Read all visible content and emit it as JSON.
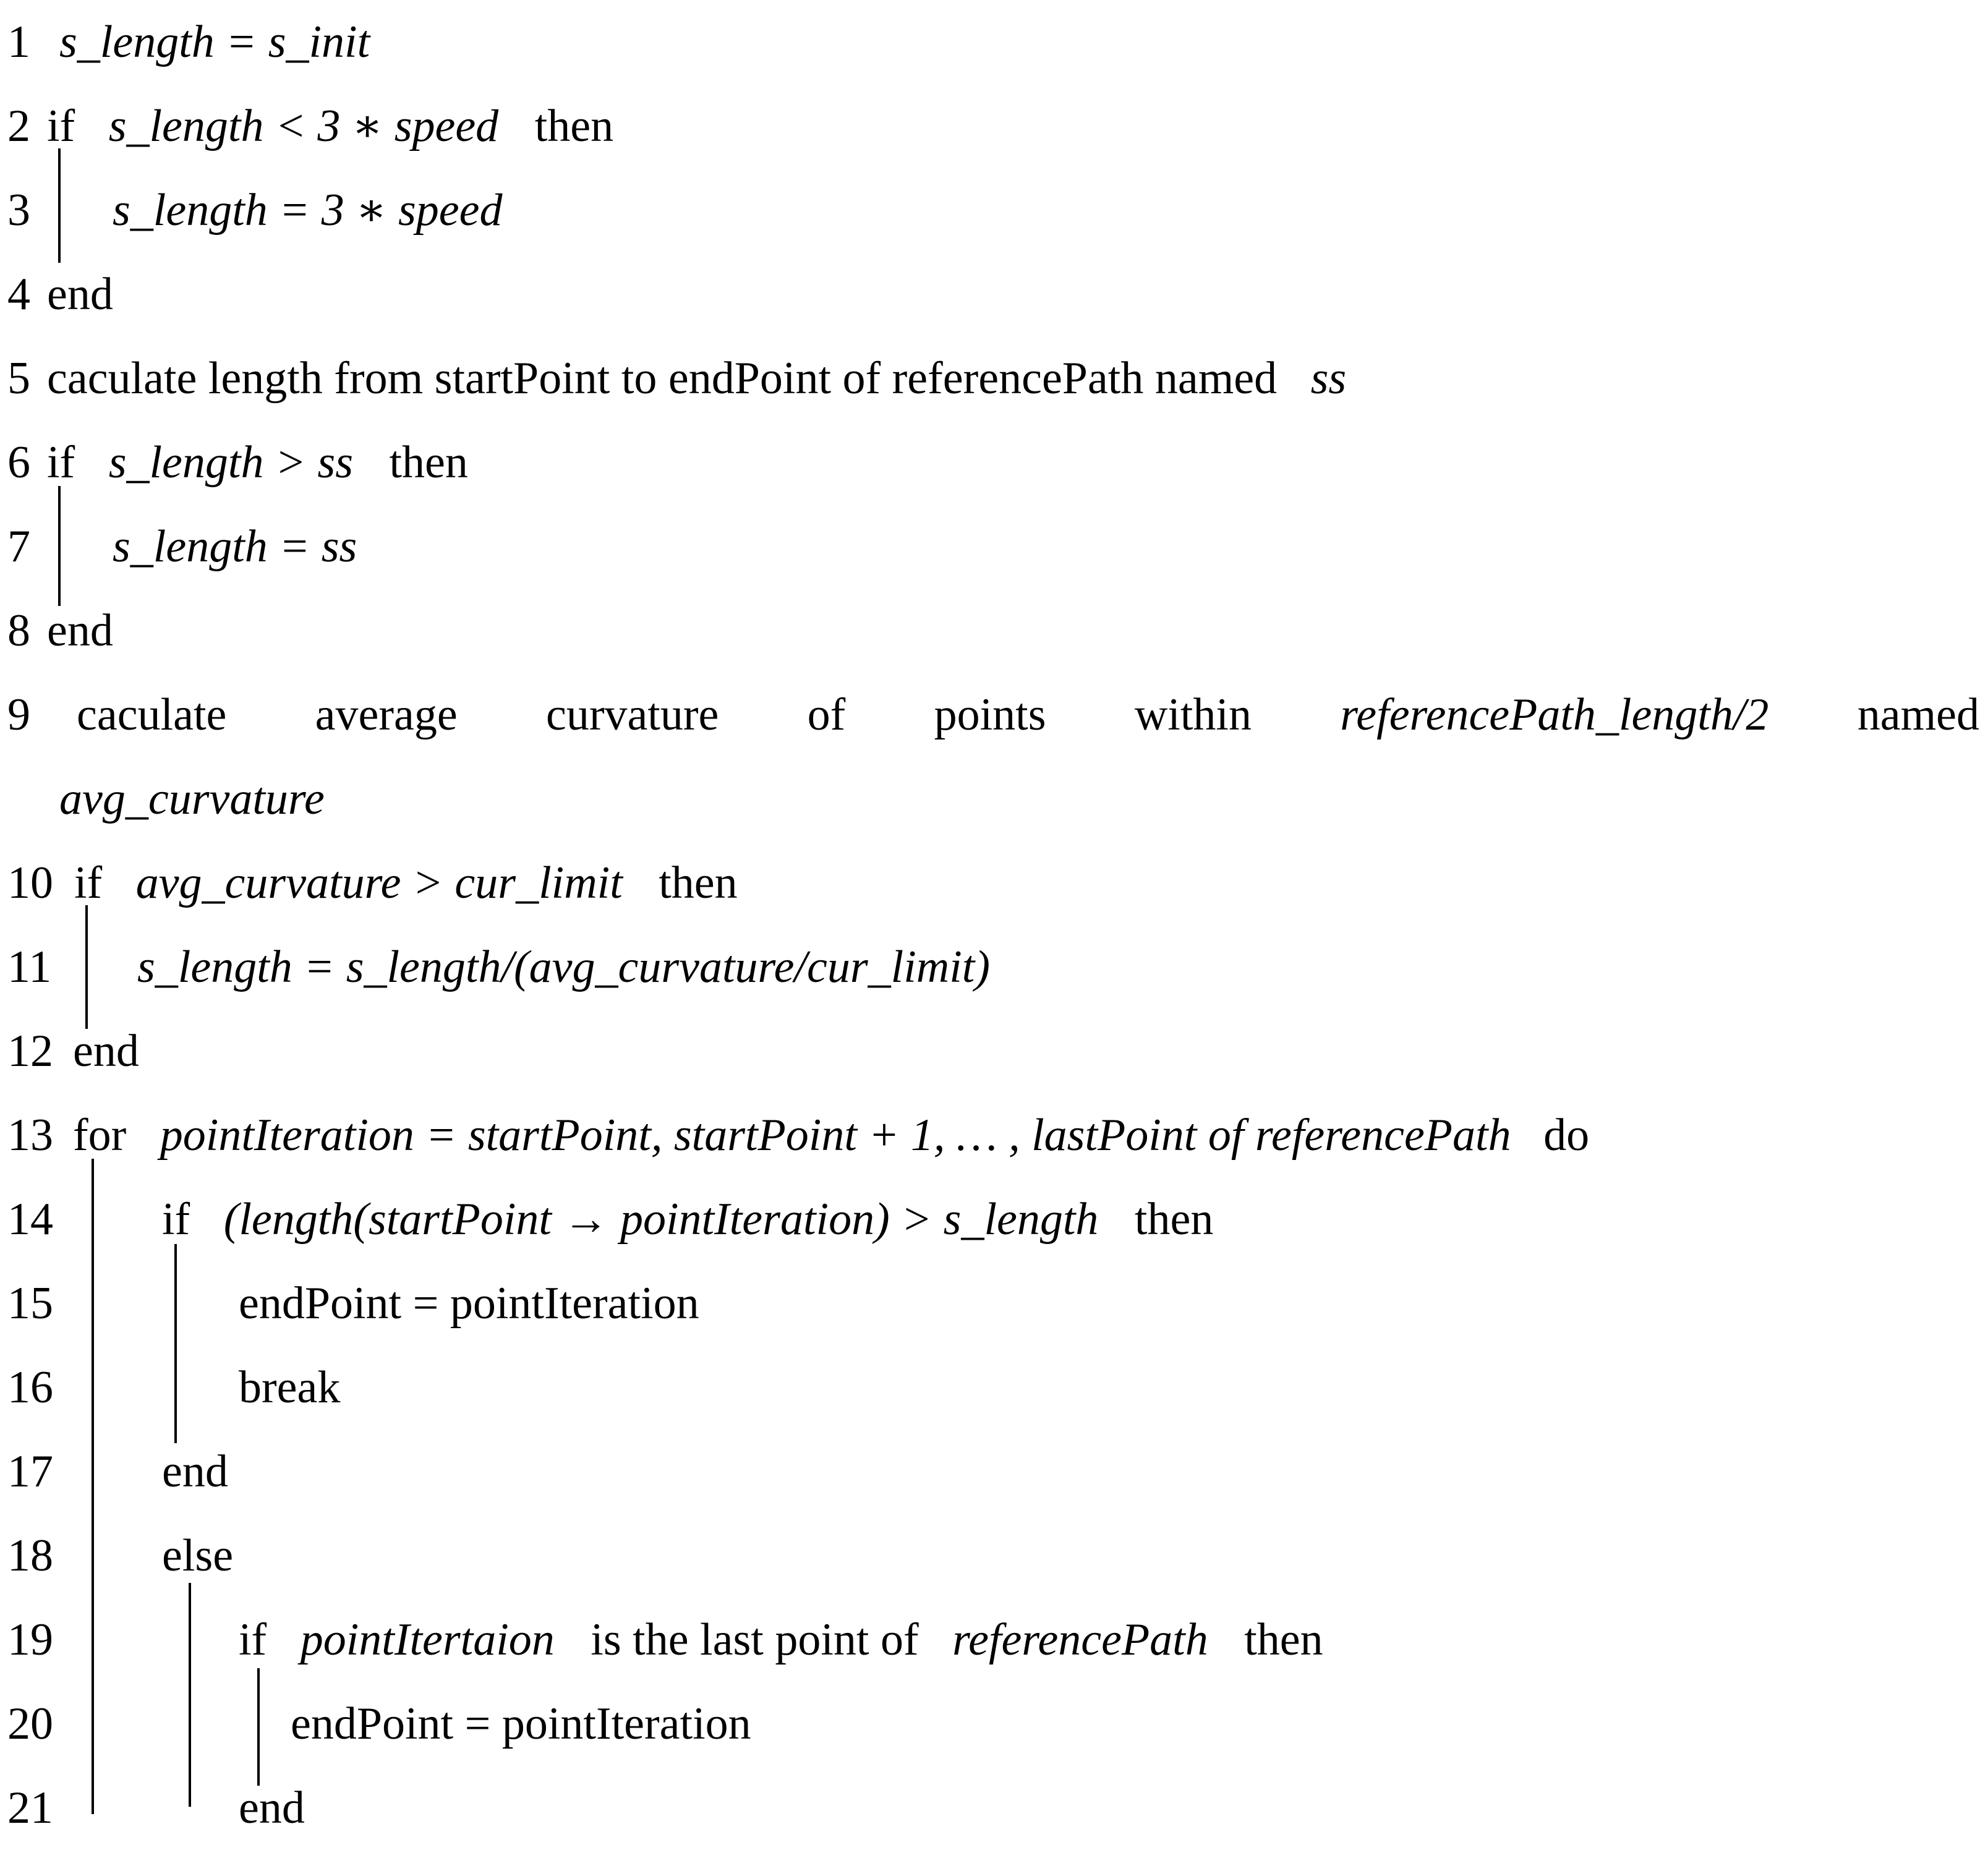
{
  "lines": [
    {
      "num": "1",
      "parts": [
        "",
        "s_length = s_init",
        ""
      ]
    },
    {
      "num": "2",
      "parts": [
        "if",
        "s_length < 3 ∗ speed",
        "then"
      ]
    },
    {
      "num": "3",
      "parts": [
        "",
        "s_length = 3 ∗ speed",
        ""
      ]
    },
    {
      "num": "4",
      "parts": [
        "end",
        "",
        ""
      ]
    },
    {
      "num": "5",
      "parts": [
        "caculate length from startPoint to endPoint of referencePath named",
        "ss",
        ""
      ]
    },
    {
      "num": "6",
      "parts": [
        "if",
        "s_length > ss",
        "then"
      ]
    },
    {
      "num": "7",
      "parts": [
        "",
        "s_length = ss",
        ""
      ]
    },
    {
      "num": "8",
      "parts": [
        "end",
        "",
        ""
      ]
    },
    {
      "num": "9",
      "words": [
        "caculate",
        "average",
        "curvature",
        "of",
        "points",
        "within",
        "referencePath_length/2",
        "named"
      ],
      "cont": "avg_curvature"
    },
    {
      "num": "10",
      "parts": [
        "if",
        "avg_curvature > cur_limit",
        "then"
      ]
    },
    {
      "num": "11",
      "parts": [
        "",
        "s_length = s_length/(avg_curvature/cur_limit)",
        ""
      ]
    },
    {
      "num": "12",
      "parts": [
        "end",
        "",
        ""
      ]
    },
    {
      "num": "13",
      "parts": [
        "for",
        "pointIteration = startPoint, startPoint + 1, … , lastPoint of referencePath",
        "do"
      ]
    },
    {
      "num": "14",
      "parts": [
        "if",
        "(length(startPoint → pointIteration) > s_length",
        "then"
      ]
    },
    {
      "num": "15",
      "parts": [
        "endPoint = pointIteration",
        "",
        ""
      ]
    },
    {
      "num": "16",
      "parts": [
        "break",
        "",
        ""
      ]
    },
    {
      "num": "17",
      "parts": [
        "end",
        "",
        ""
      ]
    },
    {
      "num": "18",
      "parts": [
        "else",
        "",
        ""
      ]
    },
    {
      "num": "19",
      "parts": [
        "if",
        "pointItertaion",
        "is the last point of",
        "referencePath",
        "then"
      ]
    },
    {
      "num": "20",
      "parts": [
        "endPoint = pointIteration",
        "",
        ""
      ]
    },
    {
      "num": "21",
      "parts": [
        "end",
        "",
        ""
      ]
    }
  ]
}
